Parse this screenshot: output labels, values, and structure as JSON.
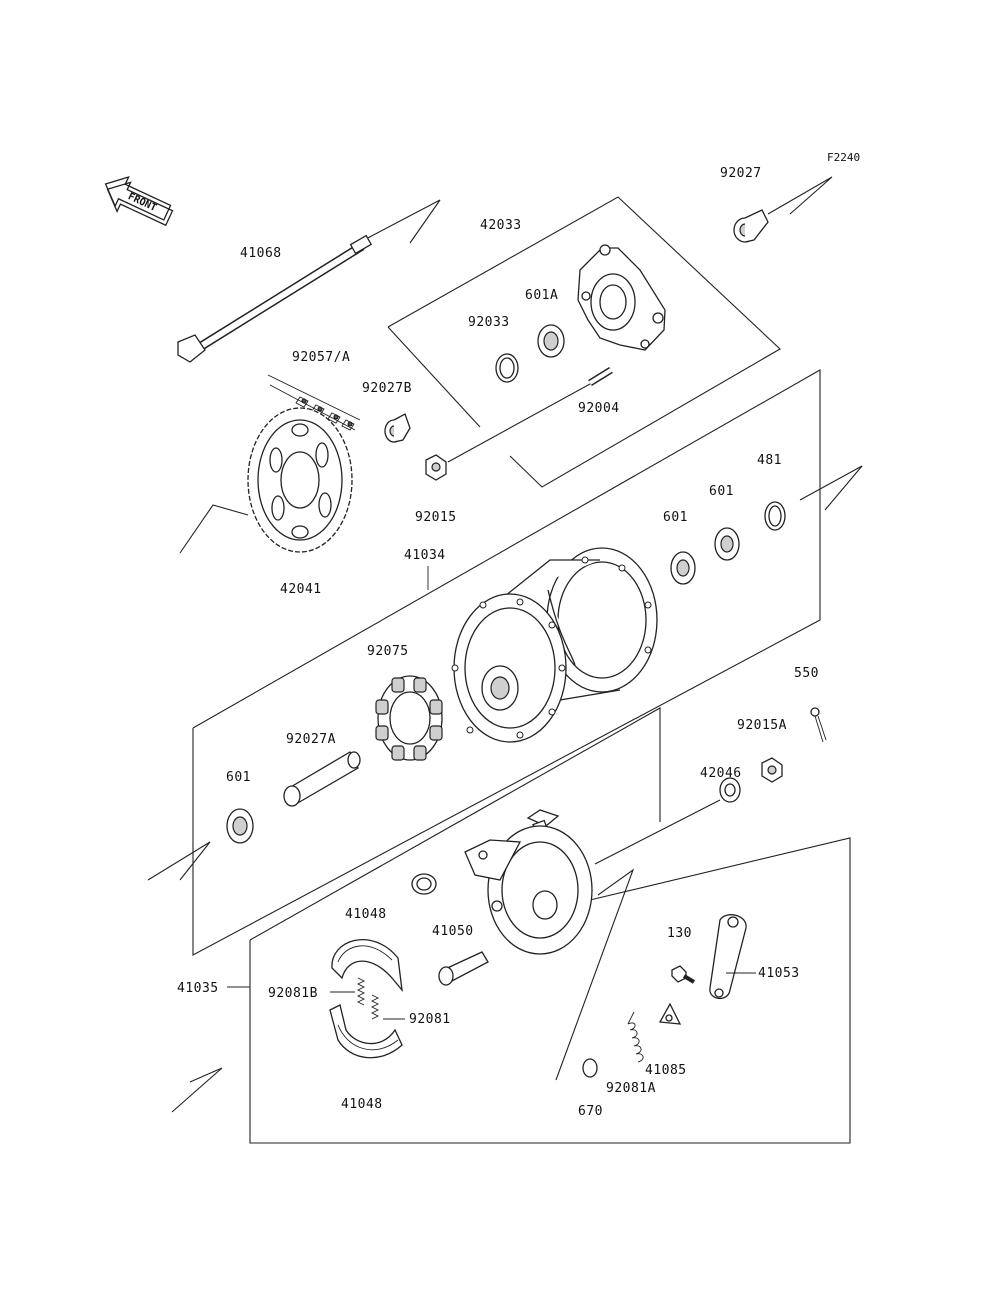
{
  "diagram_code": "F2240",
  "front_label": "FRONT",
  "parts": {
    "p92027": "92027",
    "p42033": "42033",
    "p41068": "41068",
    "p601A": "601A",
    "p92033": "92033",
    "p92057A": "92057/A",
    "p92027B": "92027B",
    "p92004": "92004",
    "p92015": "92015",
    "p481": "481",
    "p601_top": "601",
    "p601_mid": "601",
    "p42041": "42041",
    "p41034": "41034",
    "p92075": "92075",
    "p550": "550",
    "p92015A": "92015A",
    "p92027A": "92027A",
    "p42046": "42046",
    "p601_low": "601",
    "p41048_top": "41048",
    "p41050": "41050",
    "p130": "130",
    "p41053": "41053",
    "p41035": "41035",
    "p92081B": "92081B",
    "p92081": "92081",
    "p41085": "41085",
    "p92081A": "92081A",
    "p41048_bot": "41048",
    "p670": "670"
  }
}
